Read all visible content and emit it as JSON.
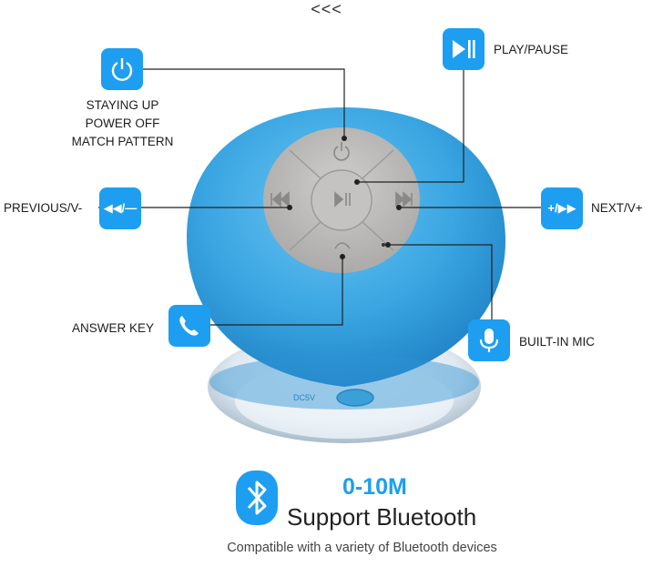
{
  "header": {
    "mark": "<<<"
  },
  "callouts": {
    "power": {
      "icon": "power-icon",
      "lines": [
        "STAYING UP",
        "POWER OFF",
        "MATCH PATTERN"
      ]
    },
    "play_pause": {
      "icon": "play-pause-icon",
      "label": "PLAY/PAUSE"
    },
    "previous": {
      "icon": "rewind-volume-down-icon",
      "label": "PREVIOUS/V-",
      "icon_text": "◀◀/—"
    },
    "next": {
      "icon": "fast-forward-volume-up-icon",
      "label": "NEXT/V+",
      "icon_text": "+/▶▶"
    },
    "answer": {
      "icon": "phone-icon",
      "label": "ANSWER KEY"
    },
    "mic": {
      "icon": "microphone-icon",
      "label": "BUILT-IN MIC"
    }
  },
  "product": {
    "bottom_text": "DC5V"
  },
  "footer": {
    "bluetooth_icon": "bluetooth-icon",
    "range": "0-10M",
    "title": "Support Bluetooth",
    "subtitle": "Compatible with a variety of Bluetooth devices"
  },
  "colors": {
    "accent": "#1e9ef0",
    "speaker_body": "#39a7e4",
    "button_panel": "#bdbcba"
  }
}
